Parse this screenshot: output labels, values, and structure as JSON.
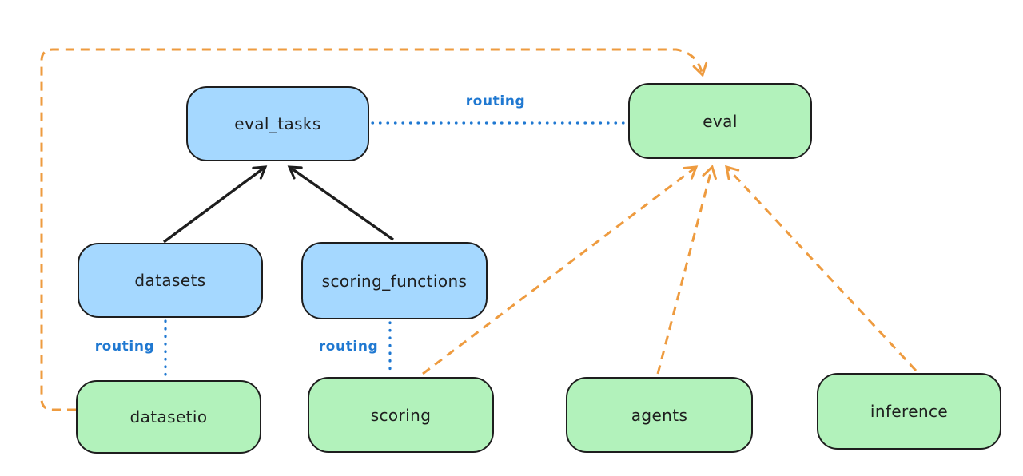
{
  "diagram": {
    "nodes": {
      "eval_tasks": {
        "label": "eval_tasks",
        "fill": "#a5d8ff"
      },
      "eval": {
        "label": "eval",
        "fill": "#b2f2bb"
      },
      "datasets": {
        "label": "datasets",
        "fill": "#a5d8ff"
      },
      "scoring_functions": {
        "label": "scoring_functions",
        "fill": "#a5d8ff"
      },
      "datasetio": {
        "label": "datasetio",
        "fill": "#b2f2bb"
      },
      "scoring": {
        "label": "scoring",
        "fill": "#b2f2bb"
      },
      "agents": {
        "label": "agents",
        "fill": "#b2f2bb"
      },
      "inference": {
        "label": "inference",
        "fill": "#b2f2bb"
      }
    },
    "edge_labels": {
      "routing_top": "routing",
      "routing_left": "routing",
      "routing_middle": "routing"
    },
    "edges": [
      {
        "from": "datasets",
        "to": "eval_tasks",
        "style": "solid",
        "color": "#1e1e1e",
        "arrow": true
      },
      {
        "from": "scoring_functions",
        "to": "eval_tasks",
        "style": "solid",
        "color": "#1e1e1e",
        "arrow": true
      },
      {
        "from": "eval_tasks",
        "to": "eval",
        "style": "dotted",
        "color": "#1f78d1",
        "arrow": false,
        "label": "routing"
      },
      {
        "from": "datasets",
        "to": "datasetio",
        "style": "dotted",
        "color": "#1f78d1",
        "arrow": false,
        "label": "routing"
      },
      {
        "from": "scoring_functions",
        "to": "scoring",
        "style": "dotted",
        "color": "#1f78d1",
        "arrow": false,
        "label": "routing"
      },
      {
        "from": "datasetio",
        "to": "eval",
        "style": "dashed",
        "color": "#ee9b3f",
        "arrow": true
      },
      {
        "from": "scoring",
        "to": "eval",
        "style": "dashed",
        "color": "#ee9b3f",
        "arrow": true
      },
      {
        "from": "agents",
        "to": "eval",
        "style": "dashed",
        "color": "#ee9b3f",
        "arrow": true
      },
      {
        "from": "inference",
        "to": "eval",
        "style": "dashed",
        "color": "#ee9b3f",
        "arrow": true
      }
    ],
    "colors": {
      "ink": "#1e1e1e",
      "blue_fill": "#a5d8ff",
      "green_fill": "#b2f2bb",
      "routing_blue": "#1f78d1",
      "orange": "#ee9b3f",
      "background": "#ffffff"
    }
  }
}
